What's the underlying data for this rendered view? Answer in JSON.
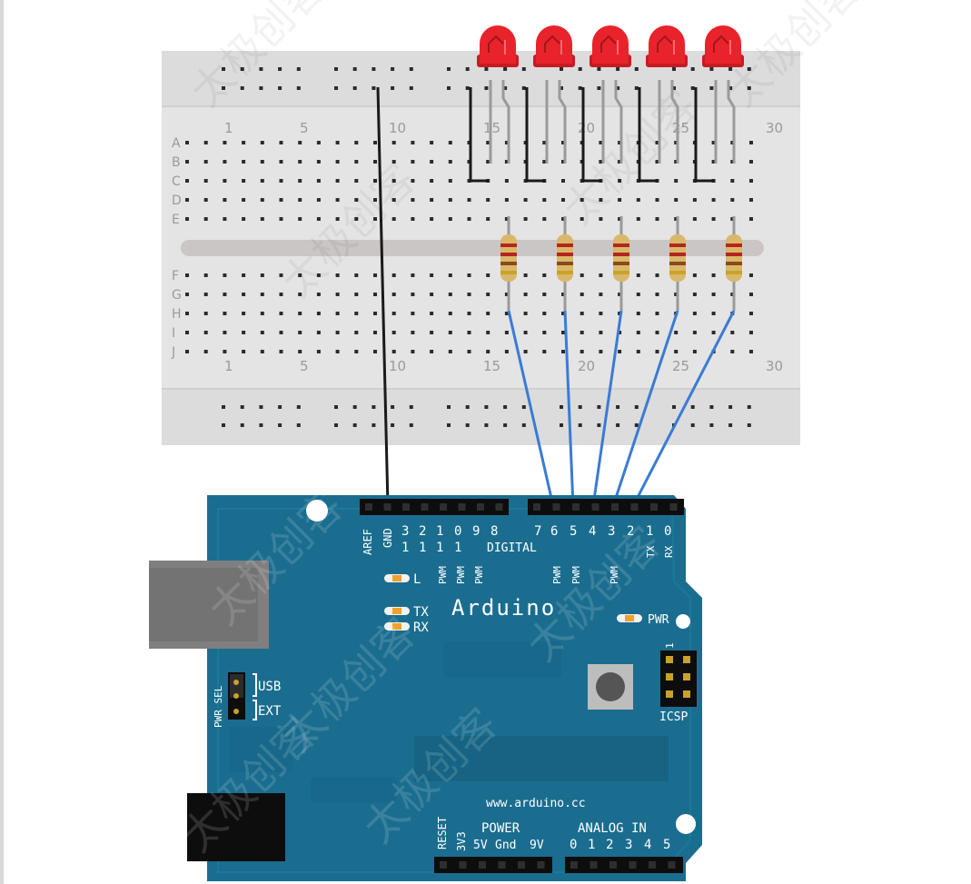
{
  "breadboard": {
    "column_numbers": [
      "1",
      "5",
      "10",
      "15",
      "20",
      "25",
      "30"
    ],
    "rows_top": [
      "A",
      "B",
      "C",
      "D",
      "E"
    ],
    "rows_bottom": [
      "F",
      "G",
      "H",
      "I",
      "J"
    ]
  },
  "components": {
    "led_count": 5,
    "led_color": "#e8232b",
    "resistor_count": 5,
    "resistor_bands": [
      "#b3261e",
      "#b3261e",
      "#8a4a1c",
      "#c9a227"
    ]
  },
  "wires": {
    "ground_color": "#1a1a1a",
    "signal_color": "#3a7bd5"
  },
  "arduino": {
    "board_color": "#1a6d8f",
    "logo": "Arduino",
    "url": "www.arduino.cc",
    "pin_aref": "AREF",
    "pin_gnd": "GND",
    "digital_high_tens": [
      "1",
      "1",
      "1",
      "1"
    ],
    "digital_high": [
      "3",
      "2",
      "1",
      "0",
      "9",
      "8"
    ],
    "digital_label": "DIGITAL",
    "digital_low": [
      "7",
      "6",
      "5",
      "4",
      "3",
      "2",
      "1",
      "0"
    ],
    "pwm": "PWM",
    "tx_pin": "TX",
    "rx_pin": "RX",
    "led_l": "L",
    "led_tx": "TX",
    "led_rx": "RX",
    "led_pwr": "PWR",
    "pwr_sel": "PWR SEL",
    "usb": "USB",
    "ext": "EXT",
    "icsp": "ICSP",
    "icsp_pin1": "1",
    "reset": "RESET",
    "power_label": "POWER",
    "power_pins": [
      "3V3",
      "5V",
      "Gnd",
      "9V"
    ],
    "analog_label": "ANALOG IN",
    "analog_pins": [
      "0",
      "1",
      "2",
      "3",
      "4",
      "5"
    ]
  },
  "watermark": "太极创客"
}
